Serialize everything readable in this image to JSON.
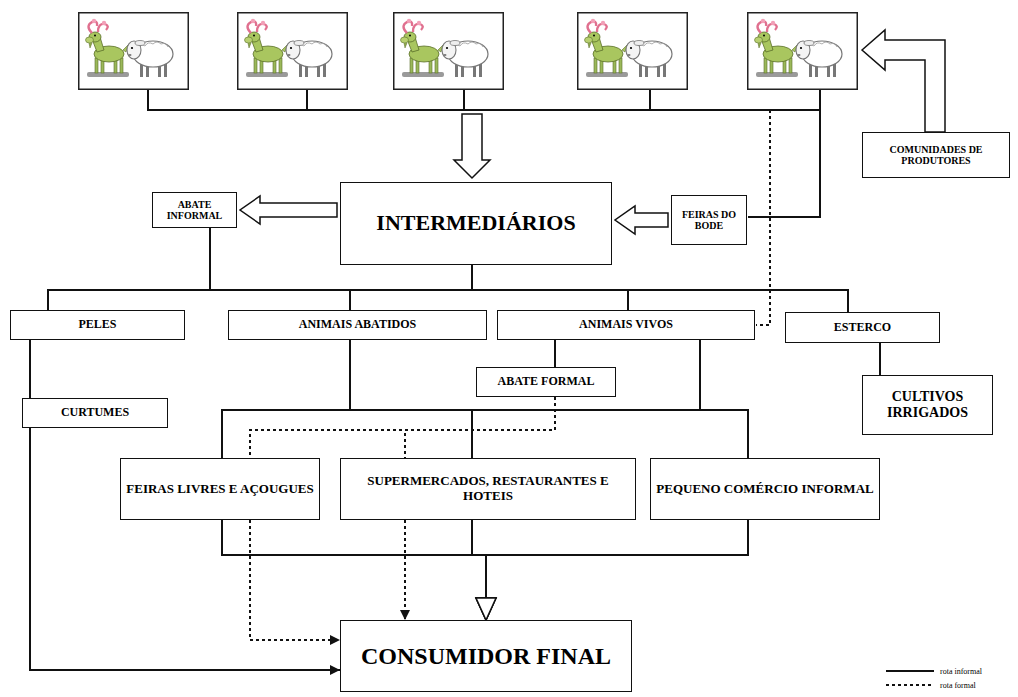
{
  "diagram": {
    "nodes": [
      {
        "text": [
          "COMUNIDADES DE PRODUTORES"
        ]
      },
      {
        "text": [
          "ABATE INFORMAL"
        ]
      },
      {
        "text": [
          "INTERMEDIÁRIOS"
        ]
      },
      {
        "text": [
          "FEIRAS DO BODE"
        ]
      },
      {
        "text": [
          "PELES"
        ]
      },
      {
        "text": [
          "ANIMAIS ABATIDOS"
        ]
      },
      {
        "text": [
          "ANIMAIS VIVOS"
        ]
      },
      {
        "text": [
          "ESTERCO"
        ]
      },
      {
        "text": [
          "ABATE FORMAL"
        ]
      },
      {
        "text": [
          "CURTUMES"
        ]
      },
      {
        "text": [
          "CULTIVOS IRRIGADOS"
        ]
      },
      {
        "text": [
          "FEIRAS LIVRES E AÇOUGUES"
        ]
      },
      {
        "text": [
          "SUPERMERCADOS, RESTAURANTES E HOTEIS"
        ]
      },
      {
        "text": [
          "PEQUENO COMÉRCIO INFORMAL"
        ]
      },
      {
        "text": [
          "CONSUMIDOR FINAL"
        ]
      }
    ],
    "edges": [
      {
        "from": 3,
        "to": 2,
        "arrow": "to"
      },
      {
        "from": 2,
        "to": 1,
        "arrow": "to"
      },
      {
        "from": 2,
        "to": 4,
        "arrow": "none"
      },
      {
        "from": 2,
        "to": 5,
        "arrow": "none"
      },
      {
        "from": 2,
        "to": 6,
        "arrow": "none"
      },
      {
        "from": 2,
        "to": 7,
        "arrow": "none"
      },
      {
        "from": 1,
        "to": 4,
        "arrow": "none"
      },
      {
        "from": 1,
        "to": 5,
        "arrow": "none"
      },
      {
        "from": 4,
        "to": 9,
        "arrow": "none"
      },
      {
        "from": 9,
        "to": 14,
        "arrow": "to"
      },
      {
        "from": 7,
        "to": 10,
        "arrow": "none"
      },
      {
        "from": 6,
        "to": 8,
        "arrow": "none"
      },
      {
        "from": 5,
        "to": 11,
        "arrow": "none"
      },
      {
        "from": 5,
        "to": 12,
        "arrow": "none"
      },
      {
        "from": 5,
        "to": 13,
        "arrow": "none"
      },
      {
        "from": 6,
        "to": 11,
        "arrow": "none"
      },
      {
        "from": 6,
        "to": 12,
        "arrow": "none"
      },
      {
        "from": 6,
        "to": 13,
        "arrow": "none"
      },
      {
        "from": 8,
        "to": 11,
        "arrow": "none"
      },
      {
        "from": 8,
        "to": 12,
        "arrow": "none"
      },
      {
        "from": 11,
        "to": 14,
        "arrow": "to"
      },
      {
        "from": 12,
        "to": 14,
        "arrow": "to"
      },
      {
        "from": 11,
        "to": 14,
        "arrow": "to"
      },
      {
        "from": 12,
        "to": 14,
        "arrow": "to"
      },
      {
        "from": 13,
        "to": 14,
        "arrow": "to"
      }
    ],
    "legend": [
      {
        "text": "rota informal"
      },
      {
        "text": "rota formal"
      }
    ]
  }
}
